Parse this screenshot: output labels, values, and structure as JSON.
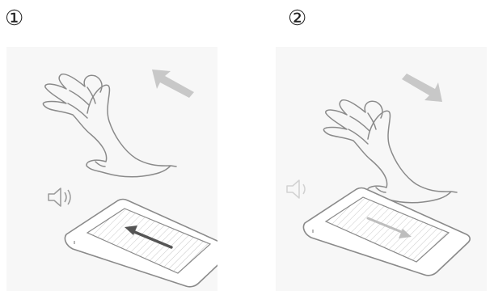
{
  "steps": [
    {
      "label": "①",
      "swipe_direction": "up-left",
      "speaker_state": "volume-waves",
      "screen_arrow_direction": "left",
      "icons": [
        "hand-icon",
        "swipe-arrow-icon",
        "speaker-icon",
        "phone-icon",
        "screen-arrow-icon"
      ]
    },
    {
      "label": "②",
      "swipe_direction": "down-right",
      "speaker_state": "volume-waves-faded",
      "screen_arrow_direction": "right",
      "icons": [
        "hand-icon",
        "swipe-arrow-icon",
        "speaker-icon",
        "phone-icon",
        "screen-arrow-icon"
      ]
    }
  ],
  "colors": {
    "panel_background": "#f7f7f7",
    "line": "#8a8a8a",
    "arrow_gray": "#c8c8c8",
    "speaker_gray": "#9a9a9a",
    "speaker_faded": "#d2d2d2",
    "screen_arrow_dark": "#555555",
    "screen_arrow_light": "#bdbdbd"
  }
}
